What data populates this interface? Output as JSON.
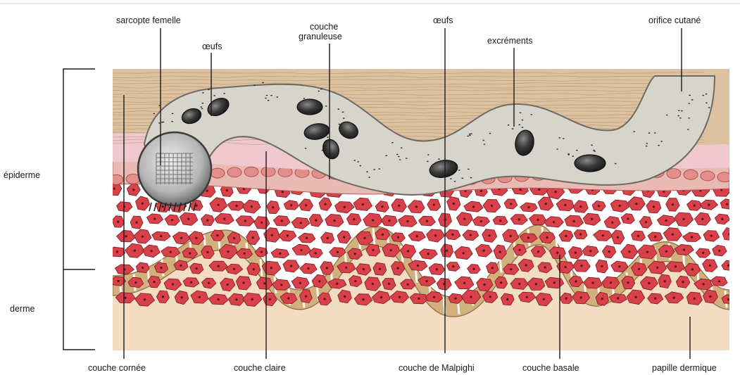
{
  "diagram": {
    "labels": {
      "sarcopte_femelle": "sarcopte femelle",
      "oeufs_left": "œufs",
      "couche_granuleuse_1": "couche",
      "couche_granuleuse_2": "granuleuse",
      "oeufs_right": "œufs",
      "excrements": "excréments",
      "orifice_cutane": "orifice cutané",
      "epiderme": "épiderme",
      "derme": "derme",
      "couche_cornee": "couche cornée",
      "couche_claire": "couche claire",
      "couche_malpighi": "couche de Malpighi",
      "couche_basale": "couche basale",
      "papille_dermique": "papille dermique"
    },
    "colors": {
      "stratum_corneum": "#dcc2a0",
      "stratum_lucidum": "#efc9cf",
      "malpighi_cells": "#d8404a",
      "basal_layer": "#d2b07e",
      "dermis": "#f2dcc2",
      "burrow": "#d7d4cc",
      "egg": "#3b3a3a"
    }
  }
}
